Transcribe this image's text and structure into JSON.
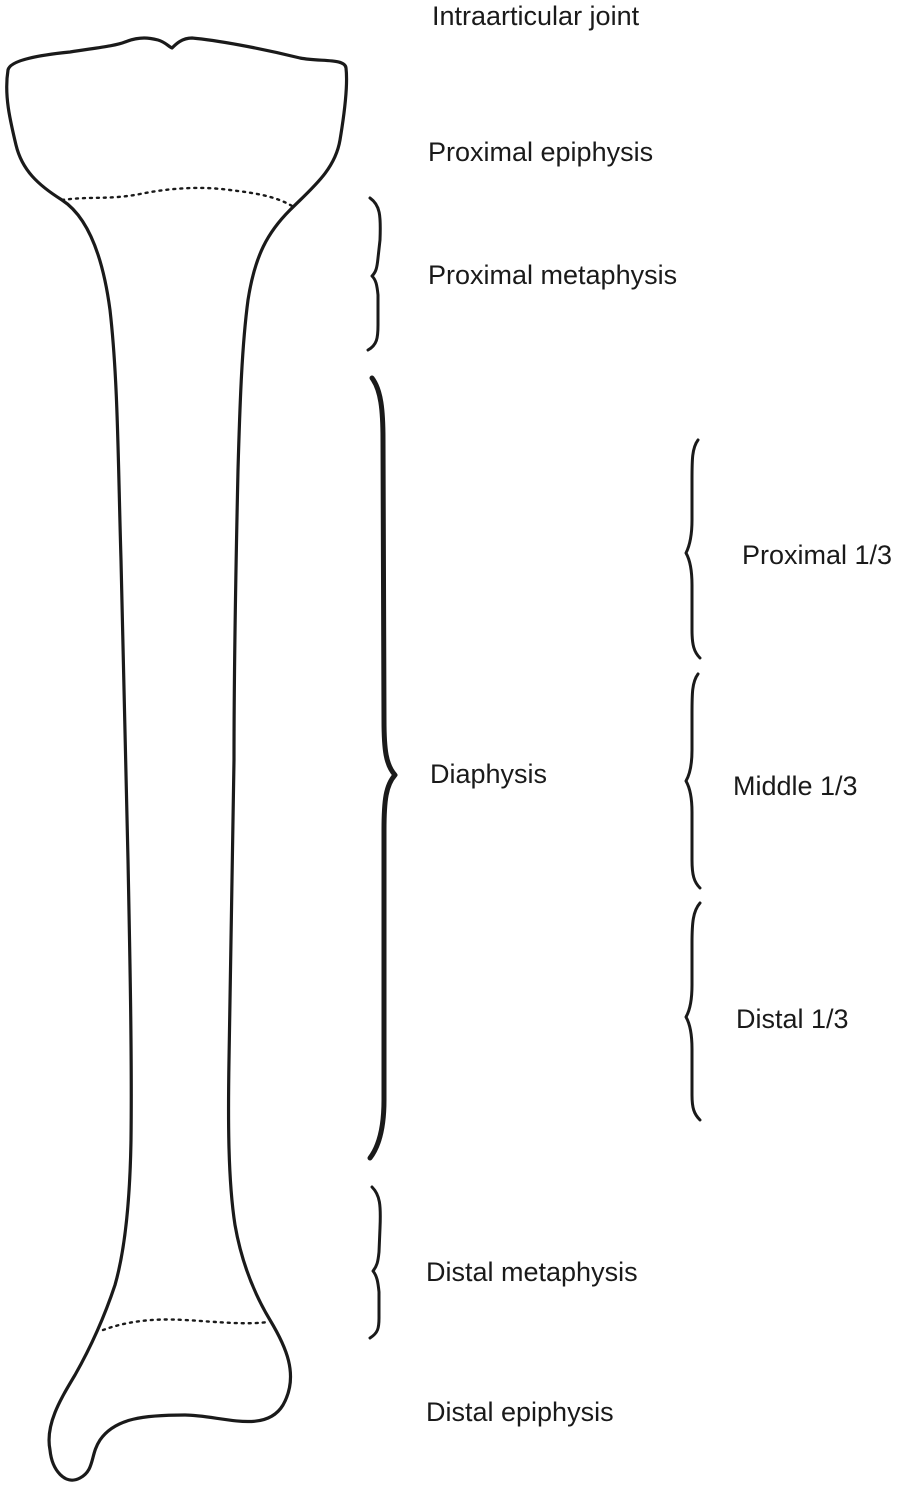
{
  "labels": {
    "intraarticular_joint": "Intraarticular joint",
    "proximal_epiphysis": "Proximal epiphysis",
    "proximal_metaphysis": "Proximal metaphysis",
    "diaphysis": "Diaphysis",
    "proximal_third": "Proximal 1/3",
    "middle_third": "Middle 1/3",
    "distal_third": "Distal 1/3",
    "distal_metaphysis": "Distal metaphysis",
    "distal_epiphysis": "Distal epiphysis"
  },
  "colors": {
    "line": "#1a1a1a",
    "background": "#ffffff"
  }
}
